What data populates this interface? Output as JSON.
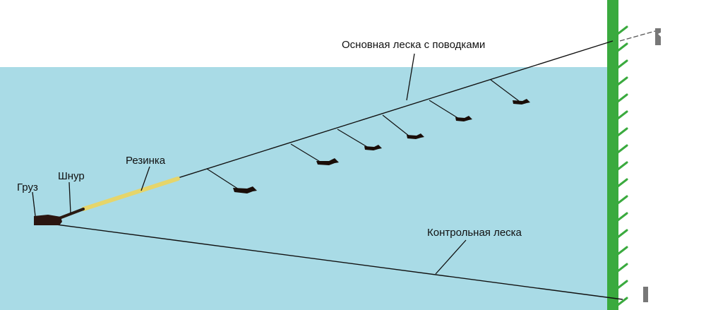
{
  "labels": {
    "weight": "Груз",
    "cord": "Шнур",
    "rubber": "Резинка",
    "main_line": "Основная леска с поводками",
    "control_line": "Контрольная леска"
  },
  "colors": {
    "water": "#a9dbe6",
    "shore": "#3aaa3e",
    "rubber": "#e6d56a",
    "line": "#111111"
  }
}
